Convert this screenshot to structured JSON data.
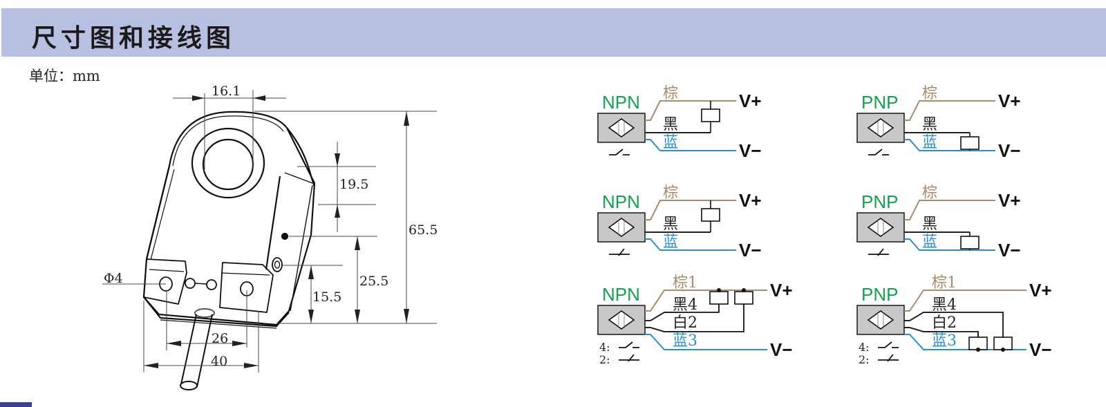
{
  "header": {
    "title": "尺寸图和接线图",
    "banner_color": "#b8c0e2"
  },
  "unit_label": "单位：mm",
  "dimensions": {
    "hole_diameter_top": "16.1",
    "vertical_span_upper": "19.5",
    "total_height": "65.5",
    "mid_height": "25.5",
    "low_height": "15.5",
    "mount_hole": "Φ4",
    "hole_spacing": "26",
    "total_width": "40"
  },
  "wiring": {
    "colors": {
      "brown": "#a88b6a",
      "black": "#222222",
      "blue": "#2a8fd0",
      "green": "#11a34e",
      "sensor_fill": "#c8c8c8"
    },
    "diagrams": [
      {
        "id": "npn-no",
        "type": "NPN",
        "wires": {
          "brown": "棕",
          "black": "黑",
          "blue": "蓝"
        },
        "vplus": "V+",
        "vminus": "V−",
        "switch": "NO",
        "load": "brown-black"
      },
      {
        "id": "pnp-no",
        "type": "PNP",
        "wires": {
          "brown": "棕",
          "black": "黑",
          "blue": "蓝"
        },
        "vplus": "V+",
        "vminus": "V−",
        "switch": "NO",
        "load": "black-blue"
      },
      {
        "id": "npn-nc",
        "type": "NPN",
        "wires": {
          "brown": "棕",
          "black": "黑",
          "blue": "蓝"
        },
        "vplus": "V+",
        "vminus": "V−",
        "switch": "NC",
        "load": "brown-black"
      },
      {
        "id": "pnp-nc",
        "type": "PNP",
        "wires": {
          "brown": "棕",
          "black": "黑",
          "blue": "蓝"
        },
        "vplus": "V+",
        "vminus": "V−",
        "switch": "NC",
        "load": "black-blue"
      },
      {
        "id": "npn-4wire",
        "type": "NPN",
        "wires": {
          "brown": "棕1",
          "black": "黑4",
          "white": "白2",
          "blue": "蓝3"
        },
        "vplus": "V+",
        "vminus": "V−",
        "switch_labels": [
          "4:",
          "2:"
        ]
      },
      {
        "id": "pnp-4wire",
        "type": "PNP",
        "wires": {
          "brown": "棕1",
          "black": "黑4",
          "white": "白2",
          "blue": "蓝3"
        },
        "vplus": "V+",
        "vminus": "V−",
        "switch_labels": [
          "4:",
          "2:"
        ]
      }
    ]
  }
}
